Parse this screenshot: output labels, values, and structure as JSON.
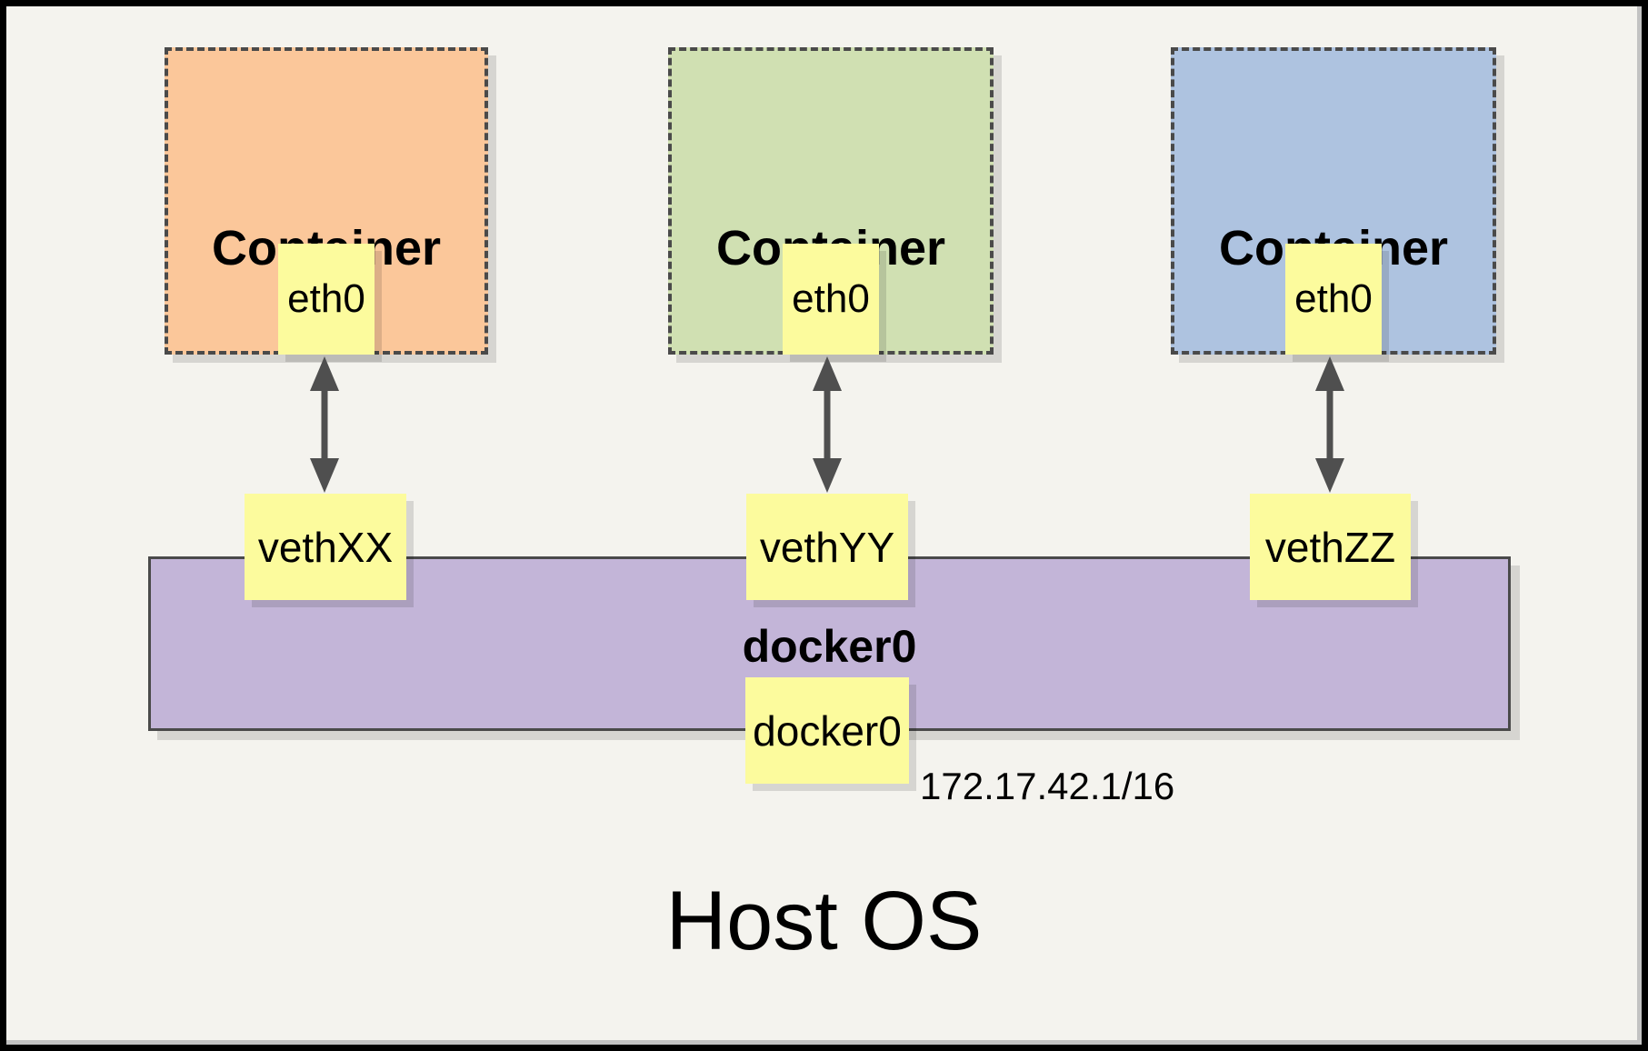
{
  "diagram": {
    "containers": [
      {
        "title": "Container",
        "interface_label": "eth0",
        "veth_label": "vethXX",
        "fill": "#FBC79A"
      },
      {
        "title": "Container",
        "interface_label": "eth0",
        "veth_label": "vethYY",
        "fill": "#D0E0B2"
      },
      {
        "title": "Container",
        "interface_label": "eth0",
        "veth_label": "vethZZ",
        "fill": "#AEC3E0"
      }
    ],
    "bridge": {
      "title": "docker0",
      "interface_label": "docker0",
      "ip_cidr": "172.17.42.1/16",
      "fill": "#C3B5D8"
    },
    "host_label": "Host OS",
    "colors": {
      "background": "#F4F3EE",
      "note_yellow": "#FCFB9D",
      "dashed_border": "#4A4A4A",
      "arrow": "#4F4F4F",
      "frame_border": "#000000"
    }
  }
}
